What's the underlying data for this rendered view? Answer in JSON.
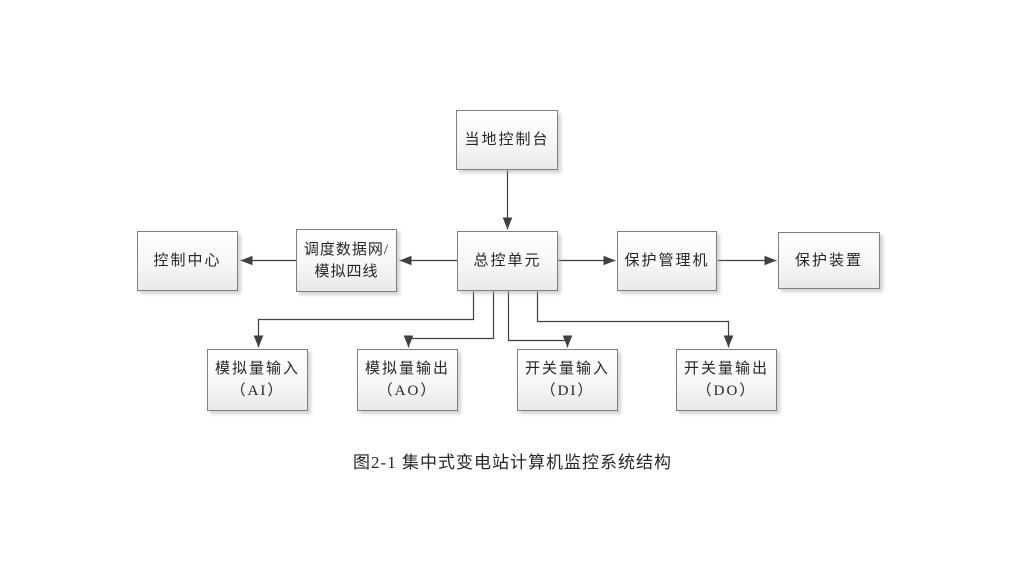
{
  "diagram": {
    "caption": "图2-1 集中式变电站计算机监控系统结构",
    "nodes": {
      "local_console": {
        "label": "当地控制台"
      },
      "control_center": {
        "label": "控制中心"
      },
      "dispatch_network": {
        "line1": "调度数据网/",
        "line2": "模拟四线"
      },
      "master_unit": {
        "label": "总控单元"
      },
      "protection_manager": {
        "label": "保护管理机"
      },
      "protection_device": {
        "label": "保护装置"
      },
      "analog_input": {
        "line1": "模拟量输入",
        "line2": "（AI）"
      },
      "analog_output": {
        "line1": "模拟量输出",
        "line2": "（AO）"
      },
      "digital_input": {
        "line1": "开关量输入",
        "line2": "（DI）"
      },
      "digital_output": {
        "line1": "开关量输出",
        "line2": "（DO）"
      }
    },
    "edges": [
      {
        "from": "local_console",
        "to": "master_unit"
      },
      {
        "from": "master_unit",
        "to": "dispatch_network"
      },
      {
        "from": "dispatch_network",
        "to": "control_center"
      },
      {
        "from": "master_unit",
        "to": "protection_manager"
      },
      {
        "from": "protection_manager",
        "to": "protection_device"
      },
      {
        "from": "master_unit",
        "to": "analog_input"
      },
      {
        "from": "master_unit",
        "to": "analog_output"
      },
      {
        "from": "master_unit",
        "to": "digital_input"
      },
      {
        "from": "master_unit",
        "to": "digital_output"
      }
    ],
    "colors": {
      "background": "#ffffff",
      "box_border": "#7f7f7f",
      "box_fill_top": "#ffffff",
      "box_fill_bottom": "#e9e9e9",
      "connector": "#404040",
      "text": "#262626"
    }
  }
}
